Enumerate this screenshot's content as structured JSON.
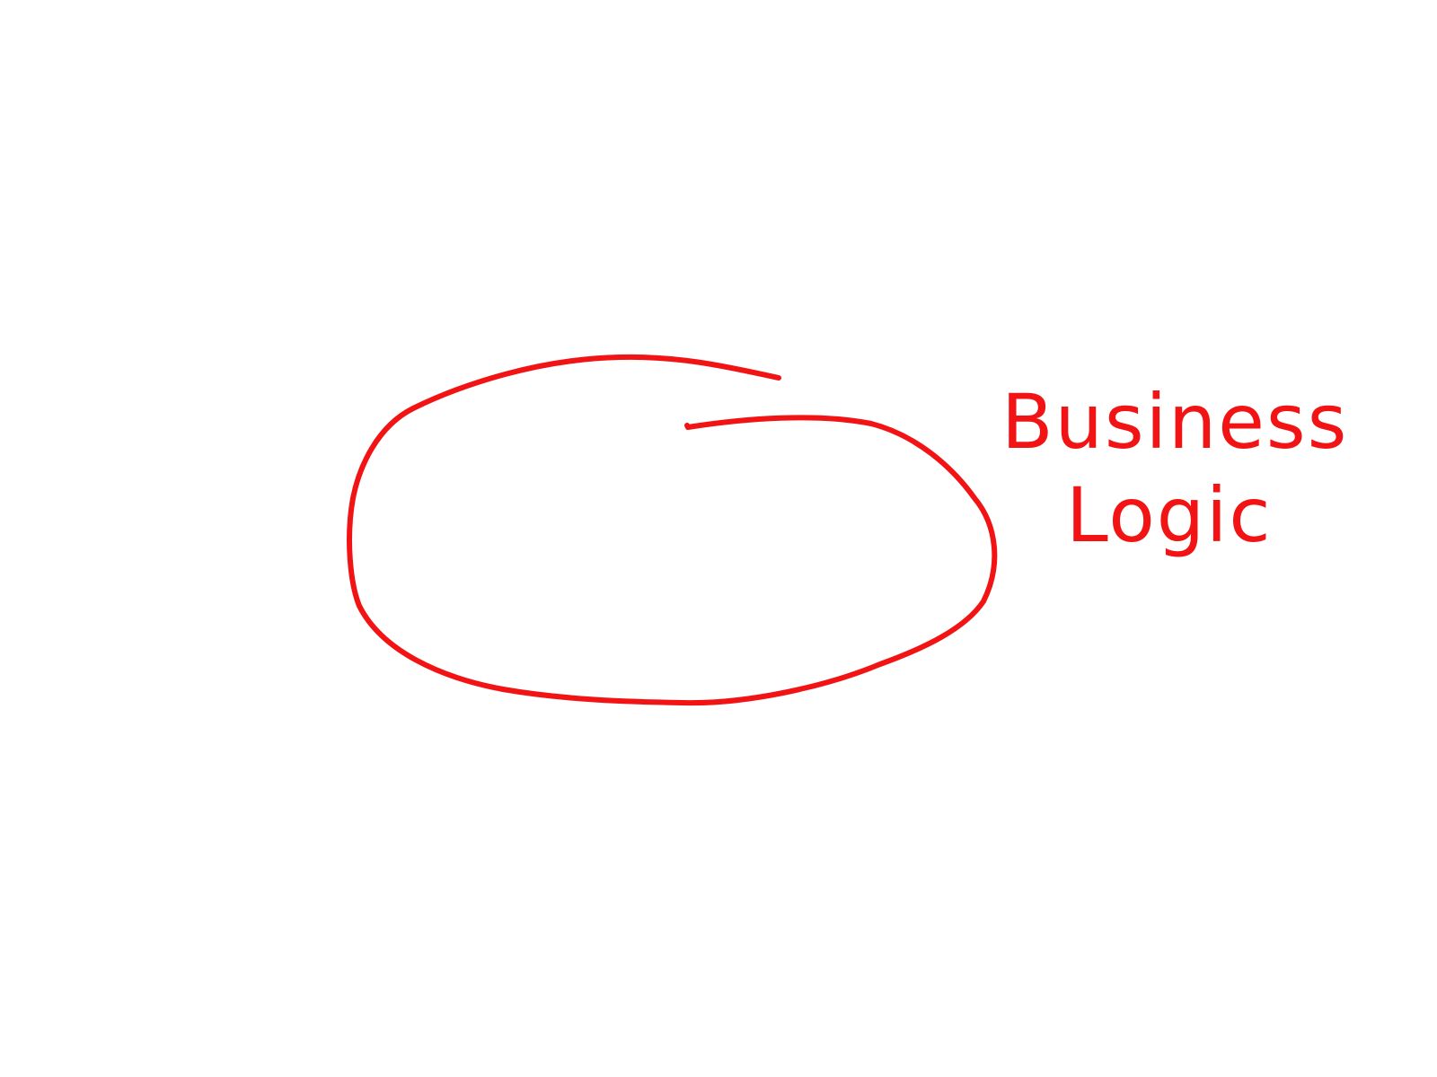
{
  "diagram": {
    "stroke_color": "#f21414",
    "background_color": "#ffffff",
    "shapes": [
      {
        "id": "open-loop",
        "kind": "hand-drawn open ellipse",
        "label": ""
      }
    ],
    "annotation": {
      "line1": "Business",
      "line2": "Logic"
    }
  }
}
